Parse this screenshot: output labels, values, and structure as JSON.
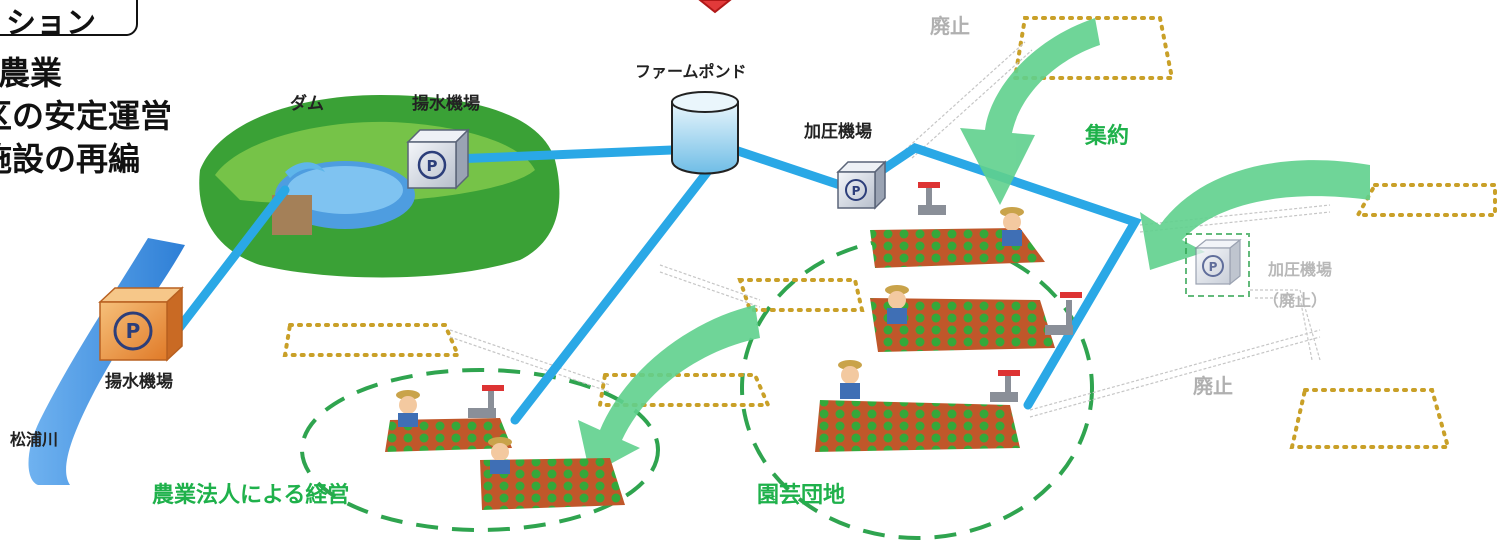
{
  "heading": {
    "tab": "ション",
    "lines": [
      "農業",
      "区の安定運営",
      "施設の再編"
    ]
  },
  "labels": {
    "river": "松浦川",
    "pump_station_river": "揚水機場",
    "dam": "ダム",
    "pump_station_dam": "揚水機場",
    "farm_pond": "ファームポンド",
    "booster_station": "加圧機場",
    "consolidation": "集約",
    "booster_abolished": "加圧機場",
    "booster_abolished_note": "（廃止）",
    "abolished_top": "廃止",
    "abolished_bottom": "廃止",
    "corp_management": "農業法人による経営",
    "horticulture_complex": "園芸団地"
  },
  "icons": {
    "pump": "P"
  },
  "colors": {
    "pipe": "#2aa8e6",
    "arrow": "#5fd08d",
    "dashed_circle": "#2fa44f",
    "dotted_plot": "#c9a028",
    "label_green": "#1fb14b",
    "abolished_grey": "#b0b0b0",
    "river": "#3d8fe0",
    "pump_orange": "#f0a04a"
  }
}
